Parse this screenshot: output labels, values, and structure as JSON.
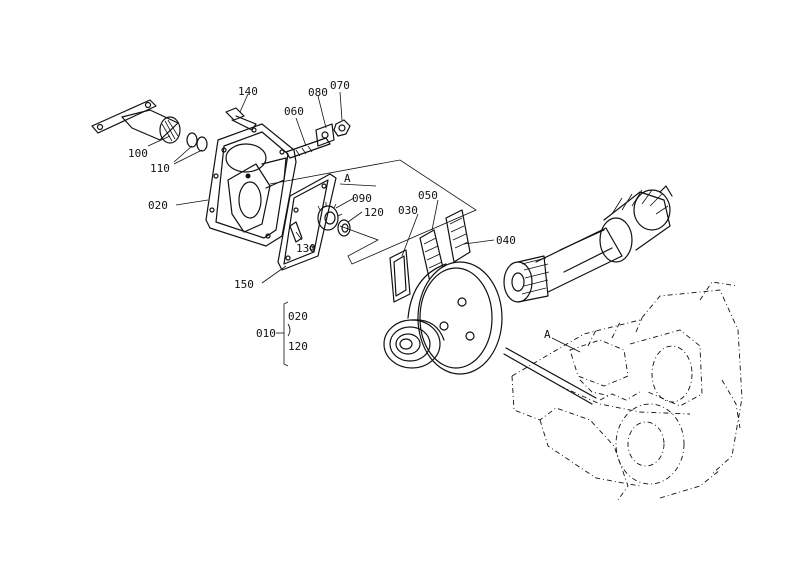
{
  "labels": {
    "p070": "070",
    "p080": "080",
    "p140": "140",
    "p060": "060",
    "p100": "100",
    "p110": "110",
    "p020": "020",
    "pA1": "A",
    "p090": "090",
    "p120": "120",
    "p130": "130",
    "p050": "050",
    "p030": "030",
    "p040": "040",
    "p150": "150",
    "pA2": "A",
    "assembly_main": "010",
    "assembly_from": "020",
    "assembly_to": "120"
  }
}
